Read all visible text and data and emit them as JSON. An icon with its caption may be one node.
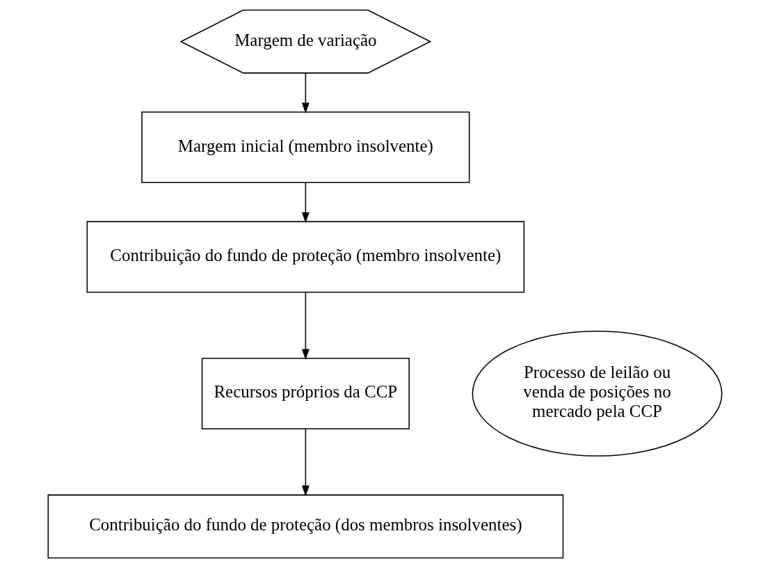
{
  "diagram": {
    "nodes": [
      {
        "text": [
          "Margem de variação"
        ]
      },
      {
        "text": [
          "Margem inicial (membro insolvente)"
        ]
      },
      {
        "text": [
          "Contribuição do fundo de proteção (membro insolvente)"
        ]
      },
      {
        "text": [
          "Recursos próprios da CCP"
        ]
      },
      {
        "text": [
          "Contribuição do fundo de proteção (dos membros insolventes)"
        ]
      },
      {
        "text": [
          "Processo de leilão ou venda de posições no mercado pela CCP"
        ]
      }
    ],
    "edges": [
      {
        "from": 0,
        "to": 1,
        "arrow": "to"
      },
      {
        "from": 1,
        "to": 2,
        "arrow": "to"
      },
      {
        "from": 2,
        "to": 3,
        "arrow": "to"
      },
      {
        "from": 3,
        "to": 4,
        "arrow": "to"
      }
    ]
  }
}
